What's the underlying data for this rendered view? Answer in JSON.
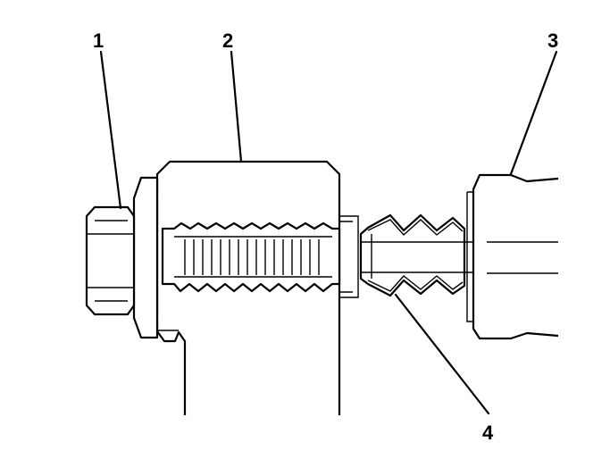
{
  "diagram": {
    "callouts": [
      {
        "id": "1",
        "label": "1"
      },
      {
        "id": "2",
        "label": "2"
      },
      {
        "id": "3",
        "label": "3"
      },
      {
        "id": "4",
        "label": "4"
      }
    ],
    "colors": {
      "stroke": "#000000",
      "background": "#ffffff"
    }
  }
}
